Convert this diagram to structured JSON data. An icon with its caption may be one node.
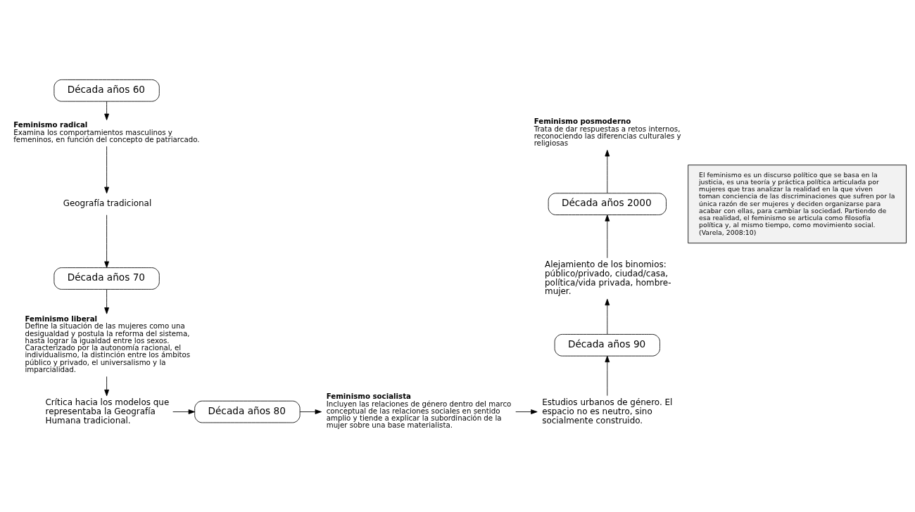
{
  "diagram": {
    "nodes": [
      {
        "text": [
          "Década años 60"
        ]
      },
      {
        "text": [
          "Feminismo radical",
          "Examina los comportamientos masculinos y femeninos, en función del concepto de patriarcado."
        ]
      },
      {
        "text": [
          "Geografía tradicional"
        ]
      },
      {
        "text": [
          "Década años 70"
        ]
      },
      {
        "text": [
          "Feminismo liberal",
          "Define la situación de las mujeres como una desigualdad y postula la reforma del sistema, hasta lograr la igualdad entre los sexos. Caracterizado por la autonomía racional, el individualismo, la distinción entre los ámbitos público y privado, el universalismo y la imparcialidad."
        ]
      },
      {
        "text": [
          "Crítica hacia los modelos que representaba la Geografía Humana tradicional."
        ]
      },
      {
        "text": [
          "Década años 80"
        ]
      },
      {
        "text": [
          "Feminismo socialista",
          "Incluyen las relaciones de género dentro del marco conceptual de las relaciones sociales en sentido amplio y tiende a explicar la subordinación de la mujer sobre una base materialista."
        ]
      },
      {
        "text": [
          "Estudios urbanos de género. El espacio no es neutro, sino socialmente construido."
        ]
      },
      {
        "text": [
          "Década años 90"
        ]
      },
      {
        "text": [
          "Alejamiento de los binomios: público/privado, ciudad/casa, política/vida privada, hombre-mujer."
        ]
      },
      {
        "text": [
          "Década años 2000"
        ]
      },
      {
        "text": [
          "Feminismo posmoderno",
          "Trata de dar respuestas a retos internos, reconociendo las diferencias culturales y religiosas"
        ]
      },
      {
        "text": [
          "El feminismo es un discurso político que se basa en la justicia, es una teoría y práctica política articulada por mujeres que tras analizar la realidad en la que viven toman conciencia de las discriminaciones que sufren por la única razón de ser mujeres y deciden organizarse para acabar con ellas, para cambiar la sociedad. Partiendo de esa realidad, el feminismo se articula como filosofía política y, al mismo tiempo, como movimiento social.",
          "(Varela, 2008:10)"
        ]
      }
    ],
    "edges": [
      {
        "from": 0,
        "to": 1,
        "arrow": "to"
      },
      {
        "from": 1,
        "to": 2,
        "arrow": "to"
      },
      {
        "from": 2,
        "to": 3,
        "arrow": "to"
      },
      {
        "from": 3,
        "to": 4,
        "arrow": "to"
      },
      {
        "from": 4,
        "to": 5,
        "arrow": "to"
      },
      {
        "from": 5,
        "to": 6,
        "arrow": "to"
      },
      {
        "from": 6,
        "to": 7,
        "arrow": "to"
      },
      {
        "from": 7,
        "to": 8,
        "arrow": "to"
      },
      {
        "from": 8,
        "to": 9,
        "arrow": "to"
      },
      {
        "from": 9,
        "to": 10,
        "arrow": "to"
      },
      {
        "from": 10,
        "to": 11,
        "arrow": "to"
      },
      {
        "from": 11,
        "to": 12,
        "arrow": "to"
      }
    ]
  }
}
